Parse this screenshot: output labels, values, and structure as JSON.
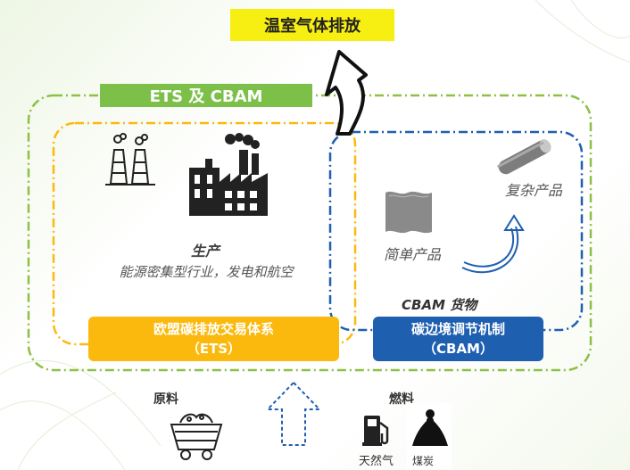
{
  "title": "温室气体排放",
  "banner": "ETS 及 CBAM",
  "production": {
    "title": "生产",
    "subtitle": "能源密集型行业，发电和航空"
  },
  "products": {
    "simple": "简单产品",
    "complex": "复杂产品"
  },
  "cbam_goods": "CBAM 货物",
  "ets_box": {
    "line1": "欧盟碳排放交易体系",
    "line2": "（ETS）"
  },
  "cbam_box": {
    "line1": "碳边境调节机制",
    "line2": "（CBAM）"
  },
  "inputs": {
    "raw_materials": "原料",
    "fuel": "燃料",
    "natural_gas": "天然气",
    "coal": "煤炭"
  },
  "icons": [
    "chimney-icon",
    "factory-icon",
    "sheet-product-icon",
    "pipe-product-icon",
    "curved-arrow-icon",
    "up-arrow-icon",
    "mine-cart-icon",
    "gas-pump-icon",
    "coal-pile-icon",
    "emission-arrow-icon"
  ],
  "colors": {
    "title_bg": "#f7ee12",
    "green": "#7cc04a",
    "yellow": "#fbb90e",
    "blue": "#1f5fb0"
  }
}
